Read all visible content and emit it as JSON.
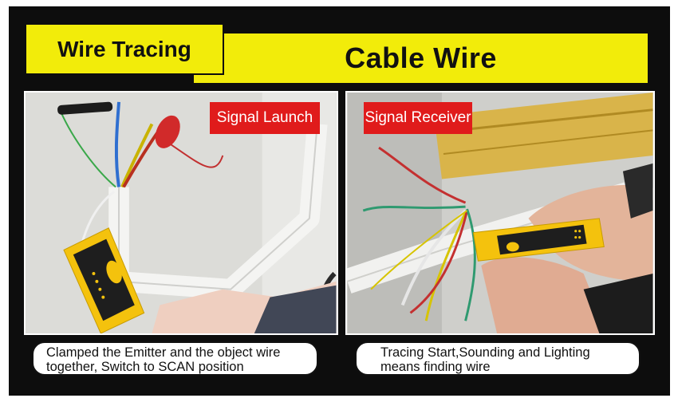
{
  "header": {
    "tag": "Wire Tracing",
    "title": "Cable Wire"
  },
  "panels": {
    "left": {
      "label": "Signal Launch",
      "caption": [
        "Clamped the Emitter and the object wire",
        "together, Switch to SCAN position"
      ]
    },
    "right": {
      "label": "Signal Receiver",
      "caption": [
        "Tracing Start,Sounding and Lighting",
        "means finding wire"
      ]
    }
  },
  "colors": {
    "frame": "#0d0d0d",
    "header_yellow": "#f2ec0a",
    "label_red": "#e01b1b",
    "device_yellow": "#f4c20d"
  },
  "icons": {
    "emitter_device": "emitter-device-icon",
    "receiver_device": "receiver-device-icon"
  }
}
